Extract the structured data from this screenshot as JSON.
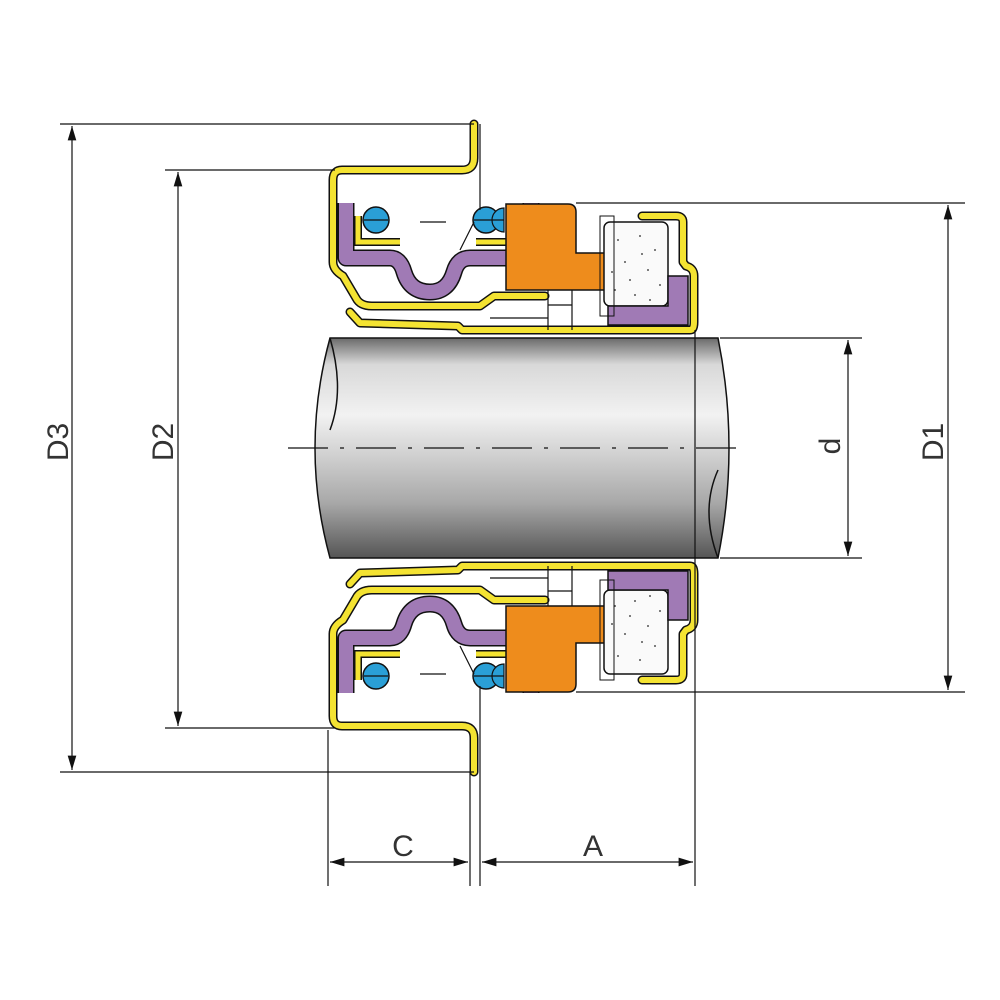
{
  "diagram": {
    "title_labels": {
      "D3": "D3",
      "D2": "D2",
      "d": "d",
      "D1": "D1",
      "C": "C",
      "A": "A"
    },
    "colors": {
      "housing": "#f4e332",
      "bellows": "#a07ab5",
      "drive_ring": "#ee8c1c",
      "o_ring": "#2a9fd6",
      "shaft": "#b5b5b5"
    }
  }
}
